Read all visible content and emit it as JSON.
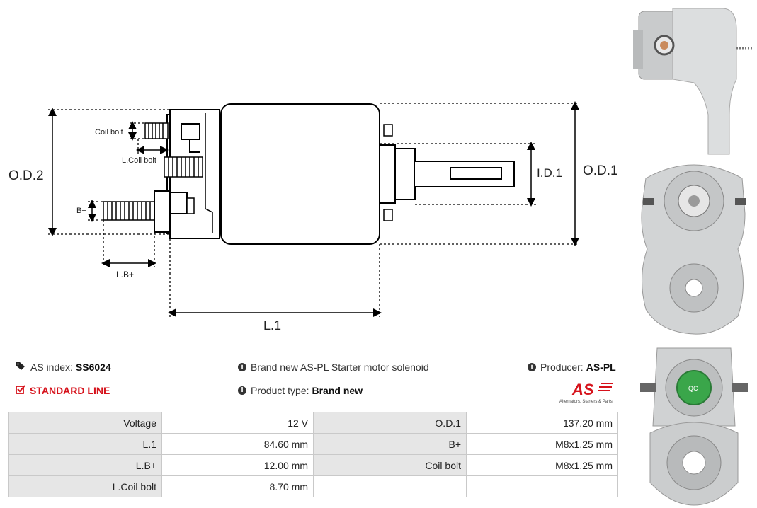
{
  "diagram": {
    "labels": {
      "od2": "O.D.2",
      "od1": "O.D.1",
      "id1": "I.D.1",
      "l1": "L.1",
      "coil_bolt": "Coil bolt",
      "l_coil_bolt": "L.Coil bolt",
      "b_plus": "B+",
      "l_b_plus": "L.B+"
    }
  },
  "info": {
    "as_index_label": "AS index:",
    "as_index_value": "SS6024",
    "standard_line": "STANDARD LINE",
    "description": "Brand new AS-PL Starter motor solenoid",
    "product_type_label": "Product type:",
    "product_type_value": "Brand new",
    "producer_label": "Producer:",
    "producer_value": "AS-PL"
  },
  "logo": {
    "text": "AS",
    "tagline": "Alternators, Starters & Parts",
    "brand_color": "#d6121b"
  },
  "specs": [
    {
      "left_label": "Voltage",
      "left_value": "12 V",
      "right_label": "O.D.1",
      "right_value": "137.20 mm"
    },
    {
      "left_label": "L.1",
      "left_value": "84.60 mm",
      "right_label": "B+",
      "right_value": "M8x1.25 mm"
    },
    {
      "left_label": "L.B+",
      "left_value": "12.00 mm",
      "right_label": "Coil bolt",
      "right_value": "M8x1.25 mm"
    },
    {
      "left_label": "L.Coil bolt",
      "left_value": "8.70 mm",
      "right_label": "",
      "right_value": ""
    }
  ],
  "photos": {
    "badge_text": "QC"
  }
}
